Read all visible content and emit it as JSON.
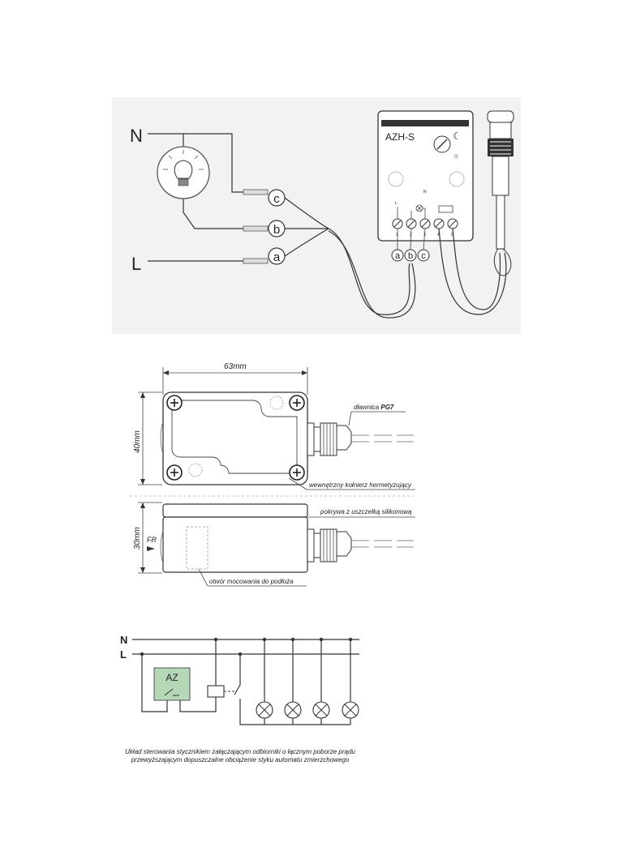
{
  "wiring": {
    "n_label": "N",
    "l_label": "L",
    "terminal_a": "a",
    "terminal_b": "b",
    "terminal_c": "c",
    "device_model": "AZH-S",
    "pin_labels": [
      "1",
      "2",
      "3",
      "4",
      "5"
    ],
    "pin_top_labels": [
      "L",
      "N"
    ],
    "sub_a": "a",
    "sub_b": "b",
    "sub_c": "c"
  },
  "dimensions": {
    "width_label": "63mm",
    "height_label": "40mm",
    "depth_label": "30mm",
    "gland_label": "dławnica ",
    "gland_type": "PG7",
    "inner_flange_label": "wewnętrzny kołnierz hermetyzujący",
    "cover_label": "pokrywa z uszczelką silikonową",
    "mount_hole_label": "otwór mocowania do podłoża",
    "fr_label": "FR"
  },
  "schematic": {
    "n_label": "N",
    "l_label": "L",
    "device_label": "AZ",
    "device_color": "#b5d7b5",
    "caption_line1": "Układ sterowania stycznikiem załączającym odbiorniki o łącznym poborze prądu",
    "caption_line2": "przewyższającym dopuszczalne obciążenie styku automatu zmierzchowego"
  }
}
